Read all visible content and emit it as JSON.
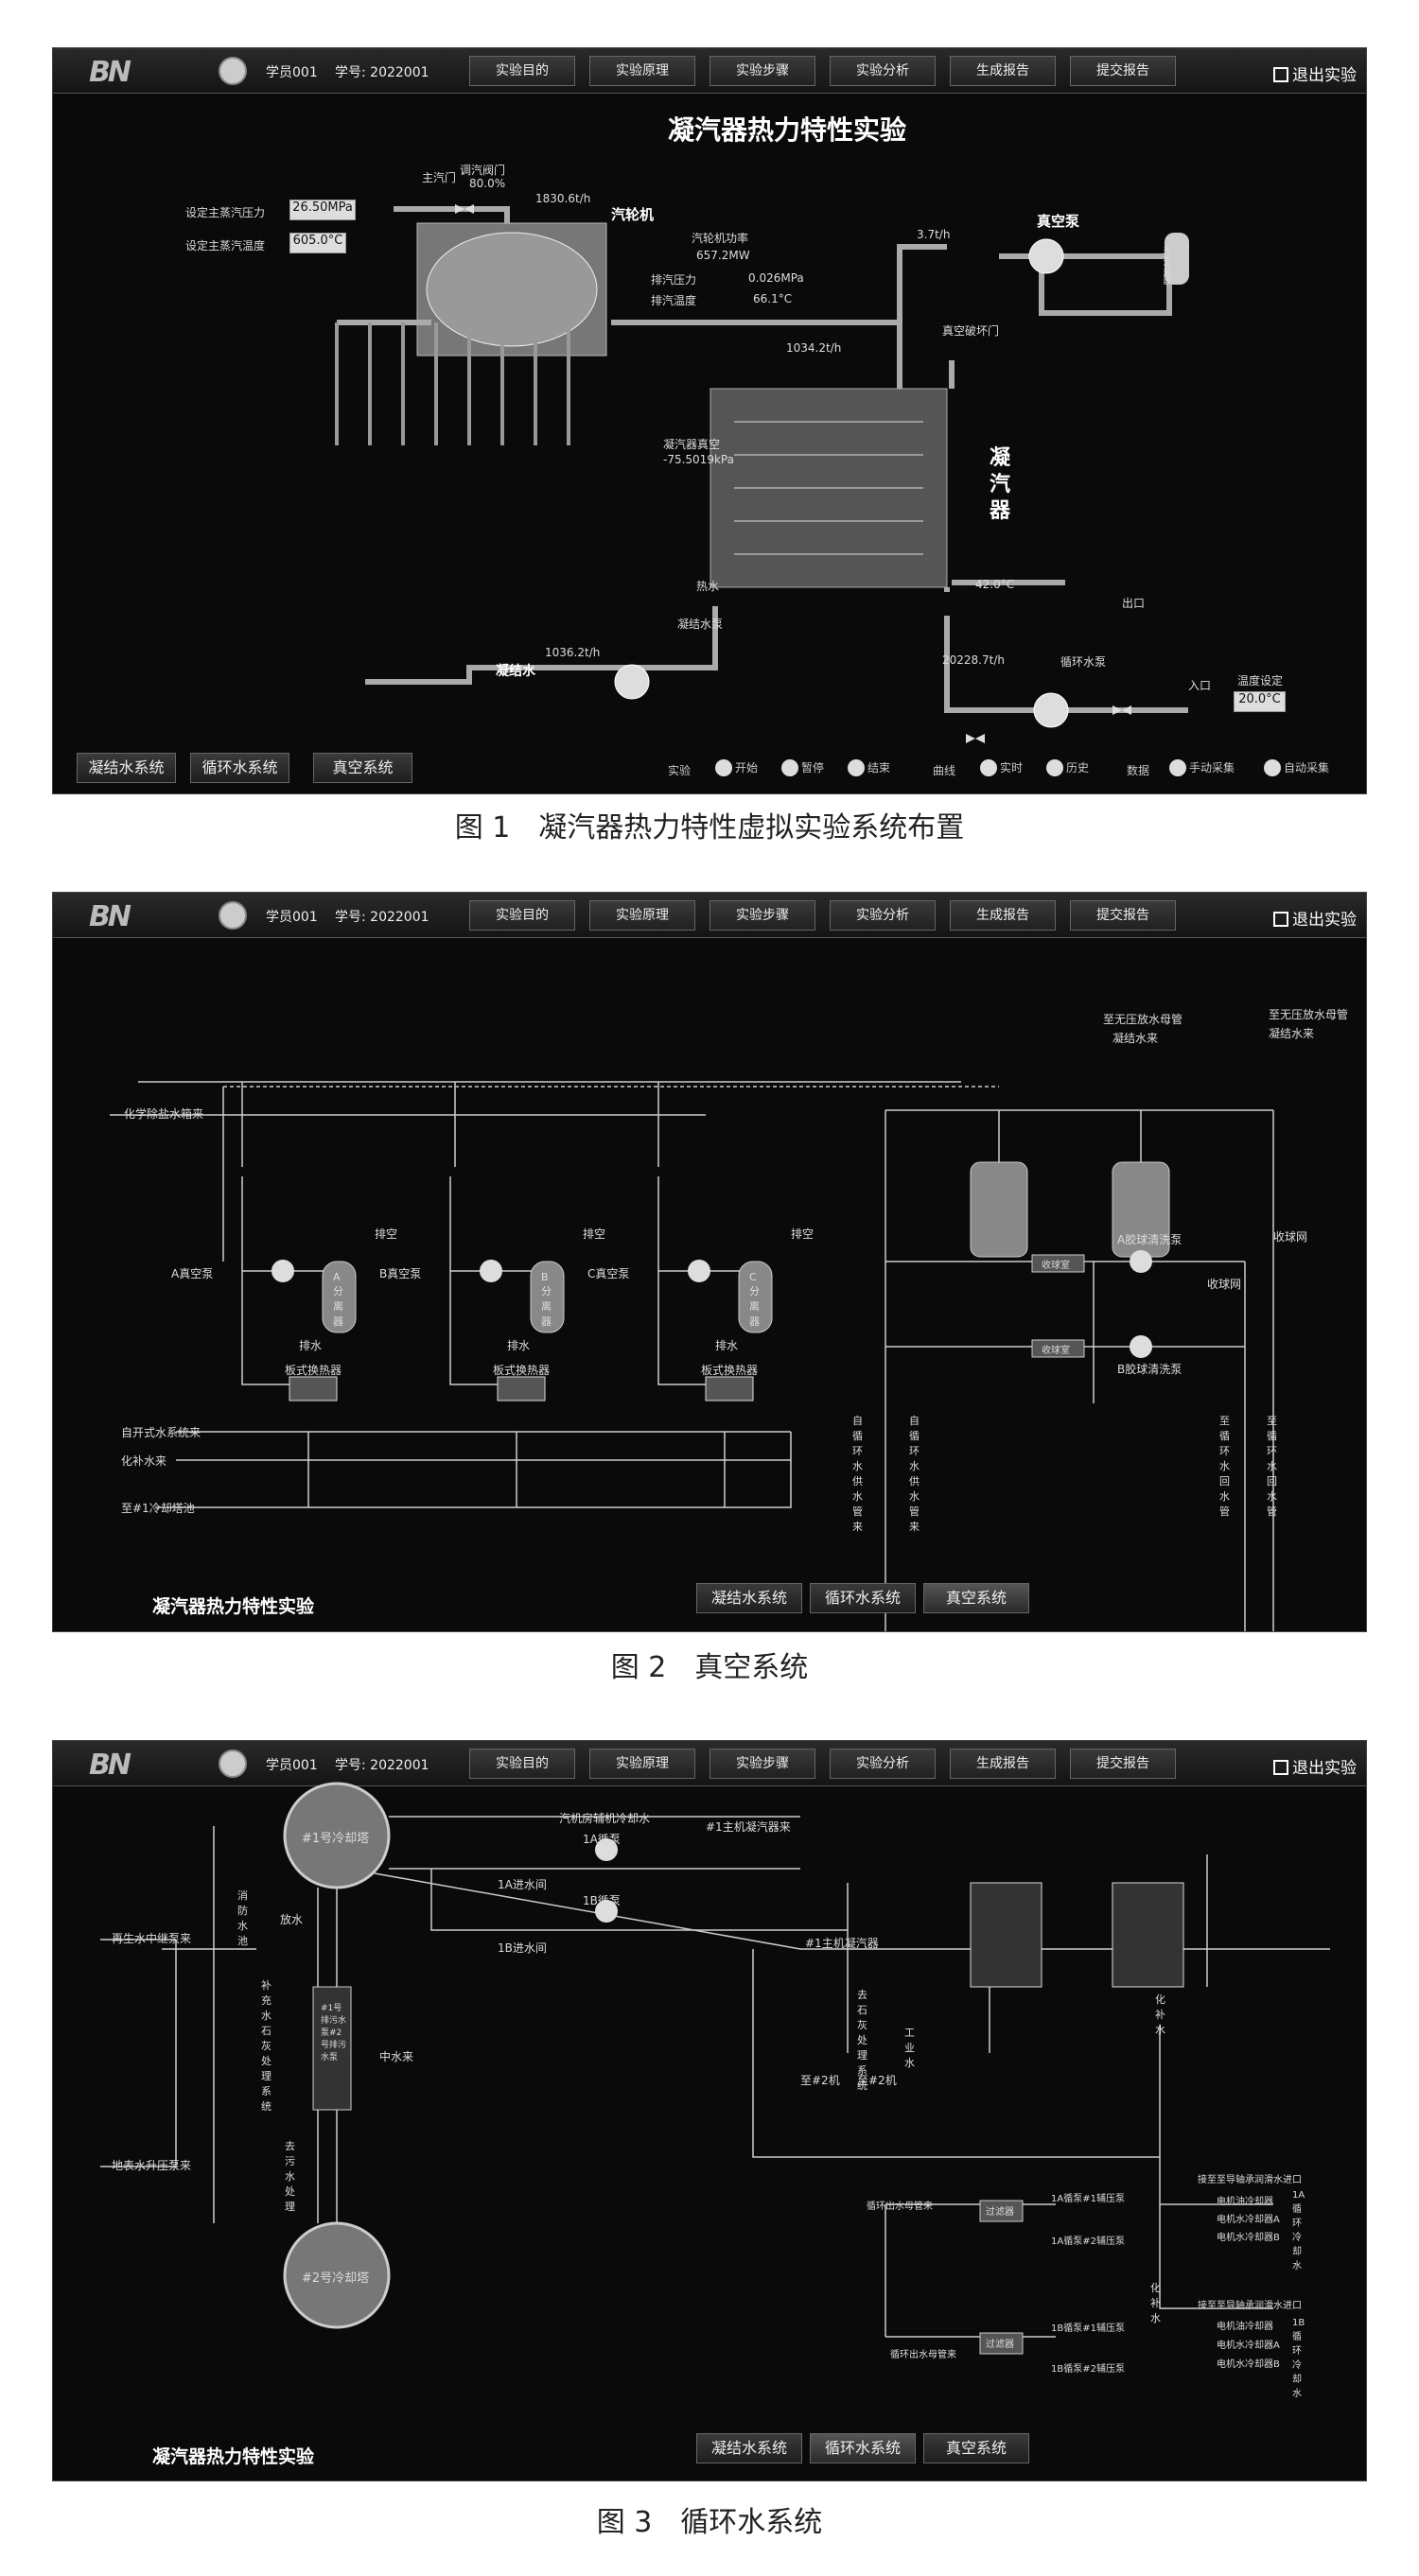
{
  "header": {
    "user": "学员001",
    "id_label": "学号:",
    "id_value": "2022001",
    "nav": [
      "实验目的",
      "实验原理",
      "实验步骤",
      "实验分析",
      "生成报告",
      "提交报告"
    ],
    "exit": "退出实验"
  },
  "fig1": {
    "title": "凝汽器热力特性实验",
    "caption": "图 1　凝汽器热力特性虚拟实验系统布置",
    "labels": {
      "main_valve": "主汽门",
      "reg_valve": "调汽阀门",
      "reg_open": "80.0%",
      "steam_flow": "1830.6t/h",
      "set_pressure": "设定主蒸汽压力",
      "set_pressure_val": "26.50MPa",
      "set_temp": "设定主蒸汽温度",
      "set_temp_val": "605.0°C",
      "turbine": "汽轮机",
      "power_label": "汽轮机功率",
      "power": "657.2MW",
      "exhaust_p": "排汽压力",
      "exhaust_p_val": "0.026MPa",
      "exhaust_t": "排汽温度",
      "exhaust_t_val": "66.1°C",
      "flow_3": "3.7t/h",
      "vac_pump": "真空泵",
      "vac_valve": "真空破坏门",
      "flow_1034": "1034.2t/h",
      "vac_label": "凝汽器真空",
      "vac_val": "-75.5019kPa",
      "condenser": "凝汽器",
      "temp_out": "42.0°C",
      "outlet": "出口",
      "hot_well": "热水",
      "cond_pump": "凝结水泵",
      "flow_1036": "1036.2t/h",
      "cond_water": "凝结水",
      "circ_flow": "20228.7t/h",
      "circ_pump": "循环水泵",
      "inlet": "入口",
      "temp_set": "温度设定",
      "temp_set_val": "20.0°C",
      "tank_text": "汽水分离器"
    },
    "tabs": [
      "凝结水系统",
      "循环水系统",
      "真空系统"
    ],
    "controls": [
      "实验",
      "开始",
      "暂停",
      "结束",
      "曲线",
      "实时",
      "历史",
      "数据",
      "手动采集",
      "自动采集"
    ]
  },
  "fig2": {
    "title": "凝汽器热力特性实验",
    "caption": "图 2　真空系统",
    "tabs": [
      "凝结水系统",
      "循环水系统",
      "真空系统"
    ],
    "labels": {
      "chem": "化学除盐水箱来",
      "a_pump": "A真空泵",
      "b_pump": "B真空泵",
      "c_pump": "C真空泵",
      "a_sep": "A分离器",
      "b_sep": "B分离器",
      "c_sep": "C分离器",
      "vent": "排空",
      "drain": "排水",
      "hx": "板式换热器",
      "open_water": "自开式水系统来",
      "chem_water": "化补水来",
      "cool_return": "至#1冷却塔池",
      "low_p": "至无压放水母管",
      "cond_tank": "凝结水来",
      "low_p2": "至无压放水母管",
      "cond2": "凝结水来",
      "filter": "收球室",
      "a_clean": "A胶球清洗泵",
      "b_clean": "B胶球清洗泵",
      "ball_valve": "收球网",
      "ball_valve2": "收球网",
      "v1": "自循环水供水管来",
      "v2": "自循环水供水管来",
      "v3": "至循环水回水管",
      "v4": "至循环水回水管"
    }
  },
  "fig3": {
    "title": "凝汽器热力特性实验",
    "caption": "图 3　循环水系统",
    "tabs": [
      "凝结水系统",
      "循环水系统",
      "真空系统"
    ],
    "labels": {
      "t1": "#1号冷却塔",
      "t2": "#2号冷却塔",
      "aux_cool": "汽机房辅机冷却水",
      "main_cond": "#1主机凝汽器来",
      "a_feed": "1A进水间",
      "b_feed": "1B进水间",
      "a_pump": "1A循泵",
      "b_pump": "1B循泵",
      "main_cond2": "#1主机凝汽器",
      "fire": "消防水池",
      "makeup": "补充水石灰处理系统",
      "drain": "放水",
      "mid": "#1号排污水泵#2号排污水泵",
      "sewer": "去污水处理",
      "reclaim": "中水来",
      "raw": "再生水中继泵来",
      "ground": "地表水升压泵来",
      "stone": "去石灰处理系统",
      "lime": "至#2机",
      "lime2": "至#2机",
      "work": "工业水",
      "chem_fill": "化补水",
      "circ_in": "循环出水母管来",
      "circ_in2": "循环出水母管来",
      "filter": "过滤器",
      "filter2": "过滤器",
      "p1": "1A循泵#1辅压泵",
      "p2": "1A循泵#2辅压泵",
      "p3": "1B循泵#1辅压泵",
      "p4": "1B循泵#2辅压泵",
      "to_lube": "接至至导轴承润滑水进口",
      "to_lube2": "接至至导轴承润滑水进口",
      "motor1": "电机油冷却器",
      "motor2": "电机水冷却器A",
      "motor3": "电机水冷却器B",
      "motor4": "电机油冷却器",
      "motor5": "电机水冷却器A",
      "motor6": "电机水冷却器B",
      "out1": "1A循环冷却水",
      "out2": "1B循环冷却水",
      "chem2": "化补水"
    }
  }
}
